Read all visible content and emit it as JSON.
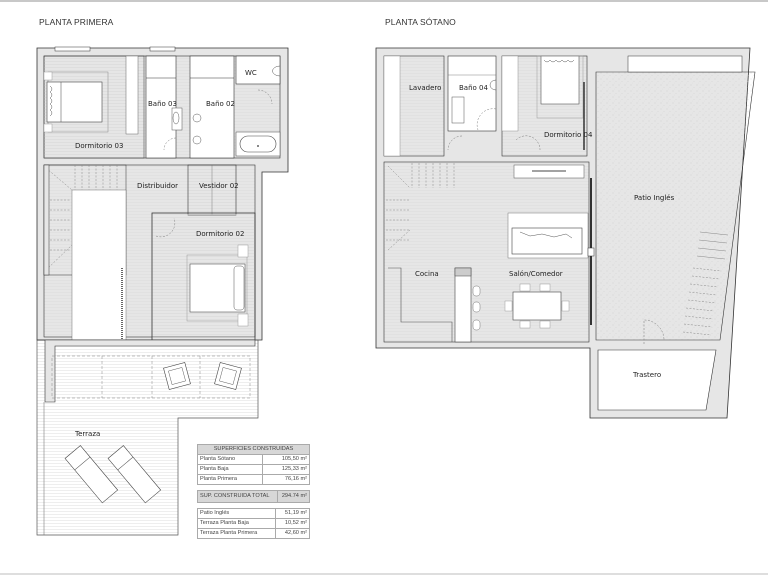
{
  "plans": [
    {
      "title": "PLANTA PRIMERA",
      "rooms": {
        "dormitorio03": "Dormitorio 03",
        "bano03": "Baño 03",
        "bano02": "Baño 02",
        "wc": "WC",
        "distribuidor": "Distribuidor",
        "vestidor02": "Vestidor 02",
        "dormitorio02": "Dormitorio 02",
        "terraza": "Terraza"
      }
    },
    {
      "title": "PLANTA SÓTANO",
      "rooms": {
        "lavadero": "Lavadero",
        "bano04": "Baño 04",
        "dormitorio04": "Dormitorio 04",
        "patio_ingles": "Patio Inglés",
        "cocina": "Cocina",
        "salon_comedor": "Salón/Comedor",
        "trastero": "Trastero"
      }
    }
  ],
  "surfaces_table": {
    "header": "SUPERFICIES CONSTRUIDAS",
    "rows": [
      {
        "label": "Planta Sótano",
        "value": "105,50 m²"
      },
      {
        "label": "Planta Baja",
        "value": "125,33 m²"
      },
      {
        "label": "Planta Primera",
        "value": "76,16 m²"
      }
    ],
    "total": {
      "label": "SUP. CONSTRUIDA TOTAL",
      "value": "294.74 m²"
    },
    "extra_rows": [
      {
        "label": "Patio Inglés",
        "value": "51,19 m²"
      },
      {
        "label": "Terraza Planta Baja",
        "value": "10,52 m²"
      },
      {
        "label": "Terraza Planta Primera",
        "value": "42,60 m²"
      }
    ]
  },
  "colors": {
    "wall_fill": "#e6e6e6",
    "wall_stroke": "#333333",
    "floor_lines": "#d0d0d0",
    "table_header_bg": "#d7d7d7"
  }
}
